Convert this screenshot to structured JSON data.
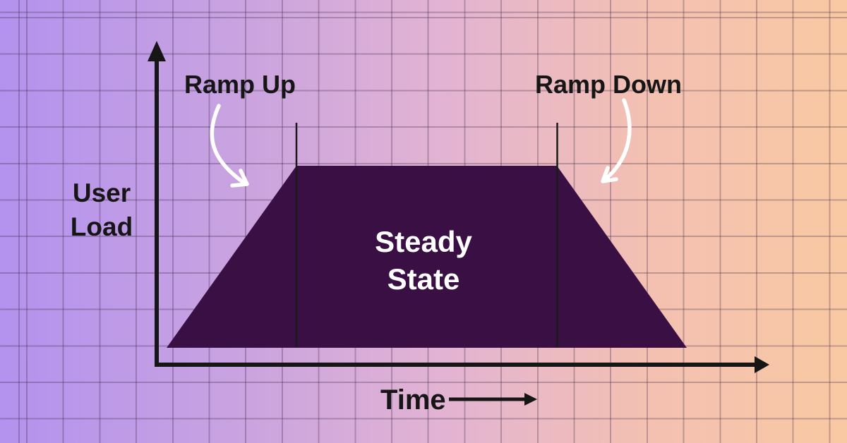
{
  "diagram": {
    "type": "load-test-profile",
    "phases": [
      "Ramp Up",
      "Steady State",
      "Ramp Down"
    ],
    "x_axis": "Time",
    "y_axis": "User Load"
  },
  "labels": {
    "ramp_up": "Ramp Up",
    "ramp_down": "Ramp Down",
    "steady_state_line1": "Steady",
    "steady_state_line2": "State",
    "y_axis_line1": "User",
    "y_axis_line2": "Load",
    "x_axis": "Time"
  },
  "colors": {
    "bg_gradient_start": "#b392ee",
    "bg_gradient_q1": "#c9a3e0",
    "bg_gradient_mid": "#e2b3d3",
    "bg_gradient_q3": "#f3c0b2",
    "bg_gradient_end": "#f9c9a3",
    "grid_line": "rgba(50,30,60,0.28)",
    "trapezoid_fill": "#3a0f44",
    "axis_color": "#161616",
    "boundary_line_color": "#1b1b1b",
    "annotation_arrow_color": "#ffffff",
    "label_color": "#161616",
    "steady_state_text_color": "#ffffff"
  }
}
